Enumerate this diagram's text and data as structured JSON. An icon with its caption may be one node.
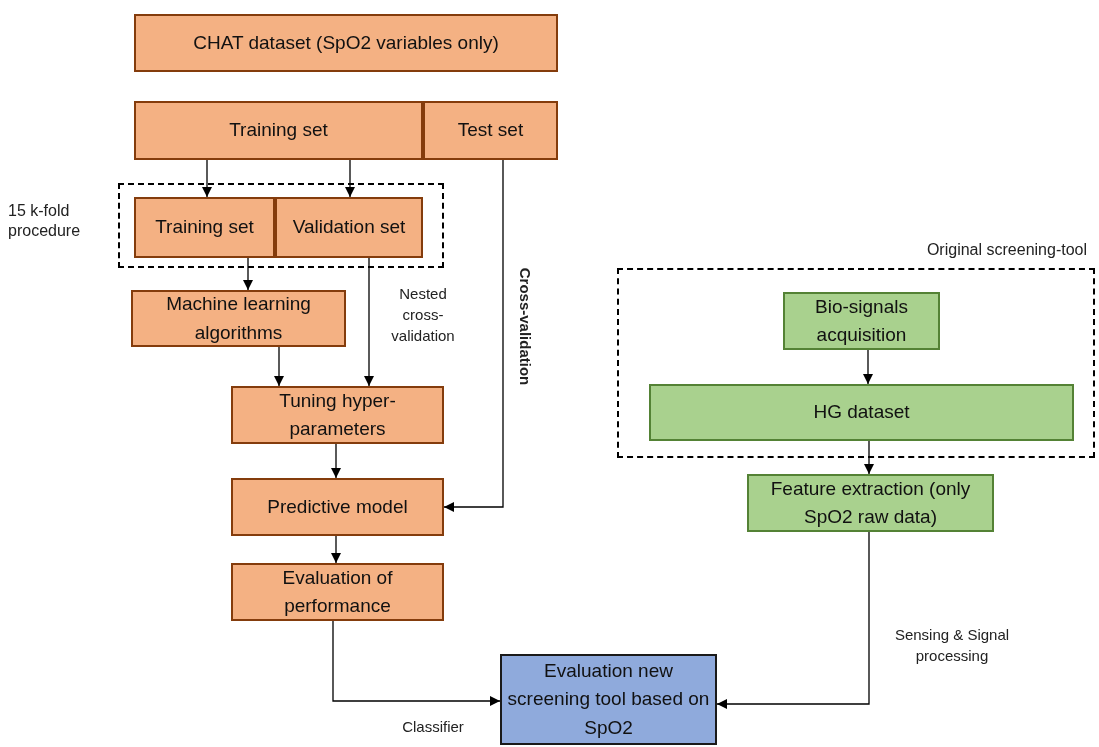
{
  "diagram": {
    "nodes": [
      {
        "text": [
          "CHAT dataset (SpO2 variables only)"
        ]
      },
      {
        "text": [
          "Training set"
        ]
      },
      {
        "text": [
          "Test set"
        ]
      },
      {
        "text": [
          "15 k-fold procedure"
        ]
      },
      {
        "text": [
          "Training set"
        ],
        "in": 3
      },
      {
        "text": [
          "Validation set"
        ],
        "in": 3
      },
      {
        "text": [
          "Machine learning algorithms"
        ]
      },
      {
        "text": [
          "Tuning hyper-parameters"
        ]
      },
      {
        "text": [
          "Predictive model"
        ]
      },
      {
        "text": [
          "Evaluation of performance"
        ]
      },
      {
        "text": [
          "Original screening-tool"
        ]
      },
      {
        "text": [
          "Bio-signals acquisition"
        ],
        "in": 10
      },
      {
        "text": [
          "HG dataset"
        ],
        "in": 10
      },
      {
        "text": [
          "Feature extraction (only SpO2 raw data)"
        ]
      },
      {
        "text": [
          "Evaluation new screening tool based on SpO2"
        ]
      }
    ],
    "edges": [
      {
        "from": 1,
        "to": 4,
        "arrow": "to"
      },
      {
        "from": 1,
        "to": 5,
        "arrow": "to"
      },
      {
        "from": 4,
        "to": 6,
        "arrow": "to"
      },
      {
        "from": 6,
        "to": 7,
        "arrow": "to"
      },
      {
        "from": 5,
        "to": 7,
        "arrow": "to",
        "label": "Nested cross-validation"
      },
      {
        "from": 7,
        "to": 8,
        "arrow": "to"
      },
      {
        "from": 2,
        "to": 8,
        "arrow": "to",
        "label": "Cross-validation"
      },
      {
        "from": 8,
        "to": 9,
        "arrow": "to"
      },
      {
        "from": 9,
        "to": 14,
        "arrow": "to",
        "label": "Classifier"
      },
      {
        "from": 11,
        "to": 12,
        "arrow": "to"
      },
      {
        "from": 12,
        "to": 13,
        "arrow": "to"
      },
      {
        "from": 13,
        "to": 14,
        "arrow": "to",
        "label": "Sensing & Signal processing"
      }
    ]
  }
}
